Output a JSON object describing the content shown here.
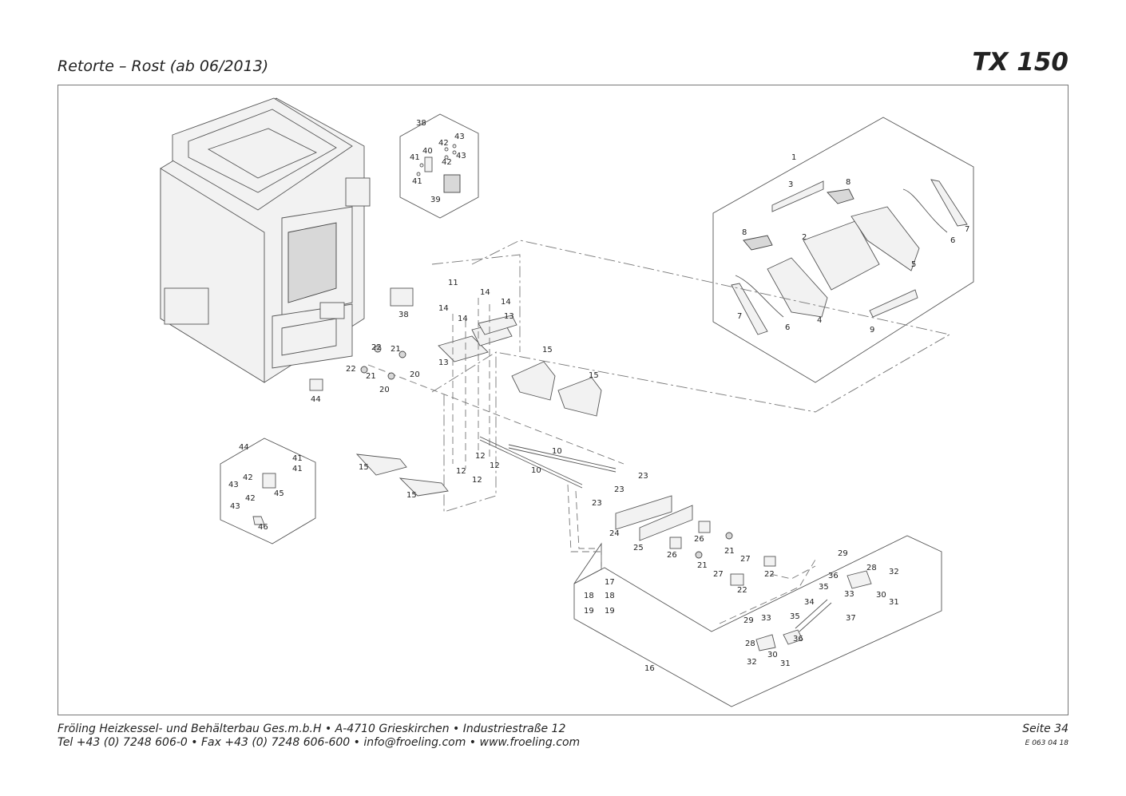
{
  "header": {
    "title": "Retorte – Rost (ab 06/2013)",
    "model": "TX 150"
  },
  "footer": {
    "line1": "Fröling Heizkessel- und Behälterbau Ges.m.b.H  •  A-4710 Grieskirchen  •  Industriestraße 12",
    "line2": "Tel +43 (0) 7248 606-0  •  Fax +43 (0) 7248 606-600  •  info@froeling.com  •  www.froeling.com",
    "page": "Seite 34",
    "doc_number": "E 063 04 18"
  },
  "diagram": {
    "callouts": [
      "1",
      "2",
      "3",
      "4",
      "5",
      "6",
      "6",
      "7",
      "7",
      "8",
      "8",
      "9",
      "10",
      "10",
      "11",
      "12",
      "12",
      "12",
      "12",
      "13",
      "13",
      "14",
      "14",
      "14",
      "14",
      "15",
      "15",
      "15",
      "15",
      "16",
      "17",
      "18",
      "18",
      "19",
      "19",
      "20",
      "20",
      "21",
      "21",
      "21",
      "21",
      "22",
      "22",
      "22",
      "22",
      "23",
      "23",
      "23",
      "24",
      "25",
      "26",
      "26",
      "27",
      "27",
      "28",
      "28",
      "29",
      "29",
      "30",
      "30",
      "31",
      "31",
      "32",
      "32",
      "33",
      "33",
      "34",
      "35",
      "35",
      "36",
      "36",
      "37",
      "38",
      "38",
      "39",
      "40",
      "41",
      "41",
      "41",
      "41",
      "42",
      "42",
      "42",
      "42",
      "43",
      "43",
      "43",
      "43",
      "44",
      "44",
      "45",
      "46"
    ]
  }
}
